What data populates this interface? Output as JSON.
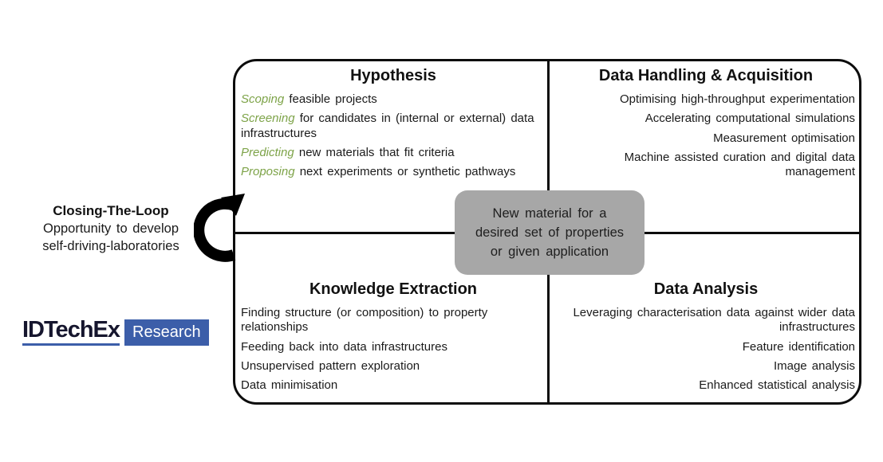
{
  "palette": {
    "accent_green": "#7da348",
    "center_box_gray": "#a7a7a7",
    "logo_blue": "#3c5ea9",
    "line_black": "#0c0c0c"
  },
  "quadrants": {
    "hypothesis": {
      "title": "Hypothesis",
      "items": [
        {
          "lead": "Scoping",
          "rest": " feasible projects"
        },
        {
          "lead": "Screening",
          "rest": " for candidates in (internal or external) data infrastructures"
        },
        {
          "lead": "Predicting",
          "rest": " new materials that fit criteria"
        },
        {
          "lead": "Proposing",
          "rest": " next experiments or synthetic pathways"
        }
      ]
    },
    "data_handling": {
      "title": "Data Handling & Acquisition",
      "items": [
        "Optimising high-throughput experimentation",
        "Accelerating computational simulations",
        "Measurement optimisation",
        "Machine assisted curation and digital data management"
      ]
    },
    "knowledge_extraction": {
      "title": "Knowledge Extraction",
      "items": [
        "Finding structure (or composition) to property relationships",
        "Feeding back into data infrastructures",
        "Unsupervised pattern exploration",
        "Data minimisation"
      ]
    },
    "data_analysis": {
      "title": "Data Analysis",
      "items": [
        "Leveraging characterisation data against wider data infrastructures",
        "Feature identification",
        "Image analysis",
        "Enhanced statistical analysis"
      ]
    }
  },
  "center_box": {
    "text": "New material for a desired set of properties or given application",
    "lines": [
      "New material for a",
      "desired set of properties",
      "or given application"
    ]
  },
  "closing_loop": {
    "title": "Closing-The-Loop",
    "lines": [
      "Opportunity to develop",
      "self-driving-laboratories"
    ]
  },
  "logo": {
    "brand": "IDTechEx",
    "suffix": "Research"
  }
}
